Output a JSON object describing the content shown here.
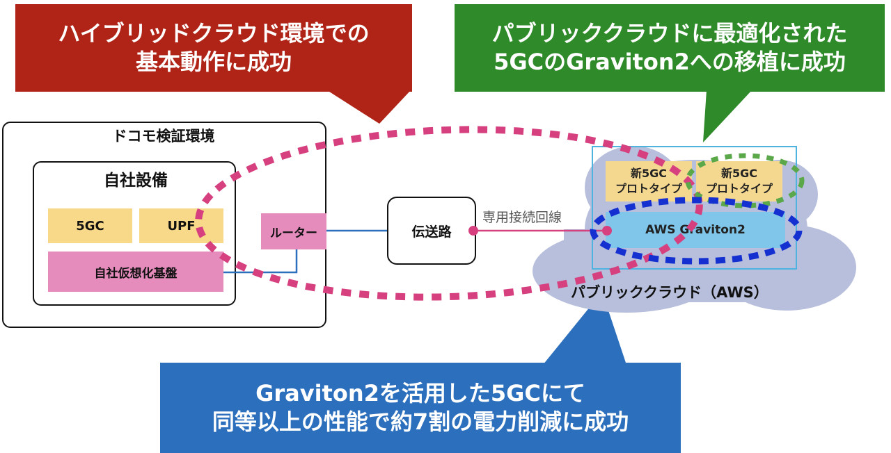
{
  "callouts": {
    "red": {
      "line1": "ハイブリッドクラウド環境での",
      "line2": "基本動作に成功"
    },
    "green": {
      "line1": "パブリッククラウドに最適化された",
      "line2": "5GCのGraviton2への移植に成功"
    },
    "blue": {
      "line1": "Graviton2を活用した5GCにて",
      "line2": "同等以上の性能で約7割の電力削減に成功"
    }
  },
  "onprem": {
    "title": "ドコモ検証環境",
    "facility": {
      "title": "自社設備",
      "fivegc": "5GC",
      "upf": "UPF",
      "virt": "自社仮想化基盤"
    },
    "router": "ルーター"
  },
  "transport": "伝送路",
  "link_label": "専用接続回線",
  "cloud": {
    "proto1_line1": "新5GC",
    "proto1_line2": "プロトタイプ",
    "proto2_line1": "新5GC",
    "proto2_line2": "プロトタイプ",
    "aws": "AWS Graviton2",
    "label": "パブリッククラウド（AWS）"
  },
  "colors": {
    "red": "#b02418",
    "green": "#2f8a2a",
    "blue": "#2b6fbd",
    "yellow": "#f8d98a",
    "pink": "#e58cbd",
    "magenta_dots": "#d6407f",
    "cloud": "#b7bfdc",
    "aws_blue": "#7fc6ea"
  }
}
